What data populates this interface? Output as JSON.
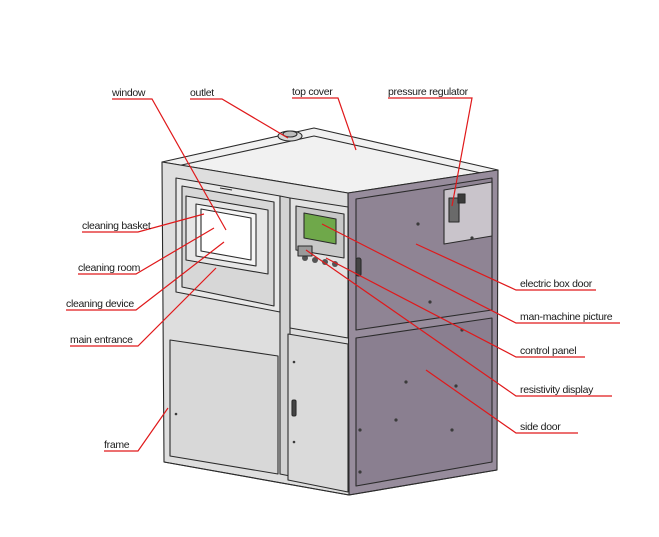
{
  "colors": {
    "leader": "#e0191b",
    "outline": "#2b2b2b",
    "panel_gray": "#e4e4e4",
    "front_gray": "#dcdcdc",
    "side_purple": "#978c9c",
    "side_purple_dark": "#8a7f90",
    "top_light": "#f1f1f1"
  },
  "labels": {
    "window": "window",
    "outlet": "outlet",
    "top_cover": "top cover",
    "pressure_regulator": "pressure regulator",
    "cleaning_basket": "cleaning basket",
    "cleaning_room": "cleaning room",
    "cleaning_device": "cleaning device",
    "main_entrance": "main entrance",
    "frame": "frame",
    "electric_box_door": "electric box door",
    "man_machine_picture": "man-machine picture",
    "control_panel": "control panel",
    "resistivity_display": "resistivity display",
    "side_door": "side door"
  }
}
